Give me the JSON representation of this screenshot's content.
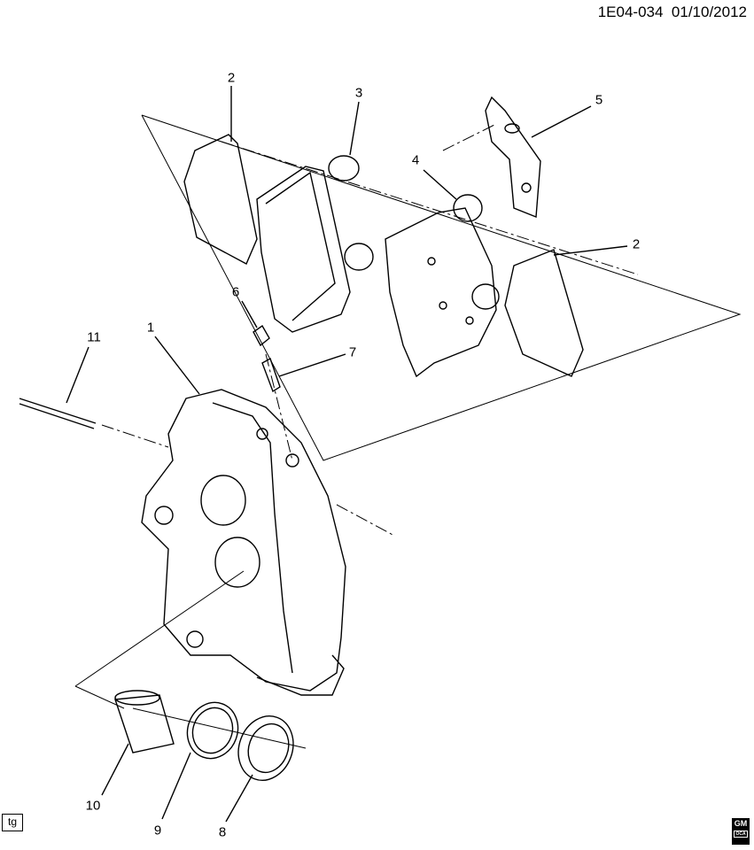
{
  "header": {
    "diagram_id": "1E04-034",
    "date": "01/10/2012"
  },
  "callouts": {
    "c1": "1",
    "c2a": "2",
    "c2b": "2",
    "c3": "3",
    "c4": "4",
    "c5": "5",
    "c6": "6",
    "c7": "7",
    "c8": "8",
    "c9": "9",
    "c10": "10",
    "c11": "11"
  },
  "footer": {
    "tg_label": "tg",
    "logo_text": "GM",
    "logo_subtext": "OCA"
  }
}
